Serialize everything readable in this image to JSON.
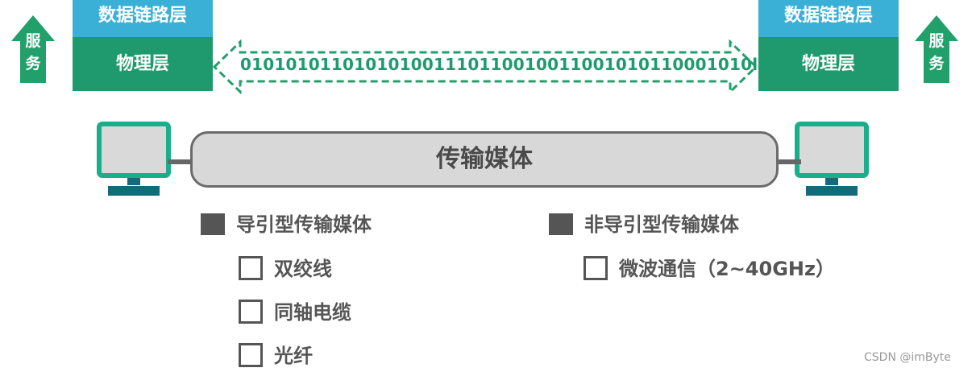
{
  "service_left": {
    "line1": "服",
    "line2": "务"
  },
  "service_right": {
    "line1": "服",
    "line2": "务"
  },
  "stack_left": {
    "data_link": "数据链路层",
    "physical": "物理层"
  },
  "stack_right": {
    "data_link": "数据链路层",
    "physical": "物理层"
  },
  "bits": "010101011010101001110110010011001010110001010l",
  "medium": "传输媒体",
  "guided": {
    "title": "导引型传输媒体",
    "items": [
      "双绞线",
      "同轴电缆",
      "光纤"
    ]
  },
  "unguided": {
    "title": "非导引型传输媒体",
    "items": [
      "微波通信（2~40GHz）"
    ]
  },
  "watermark": "CSDN @imByte",
  "colors": {
    "green": "#1e9a6e",
    "blue": "#3bb0d6",
    "arrow_green": "#22a06b",
    "teal": "#1aaf8b",
    "dark_teal": "#126b7a",
    "gray": "#555555"
  },
  "icons": [
    "arrow-up-icon",
    "double-arrow-icon",
    "monitor-icon"
  ]
}
